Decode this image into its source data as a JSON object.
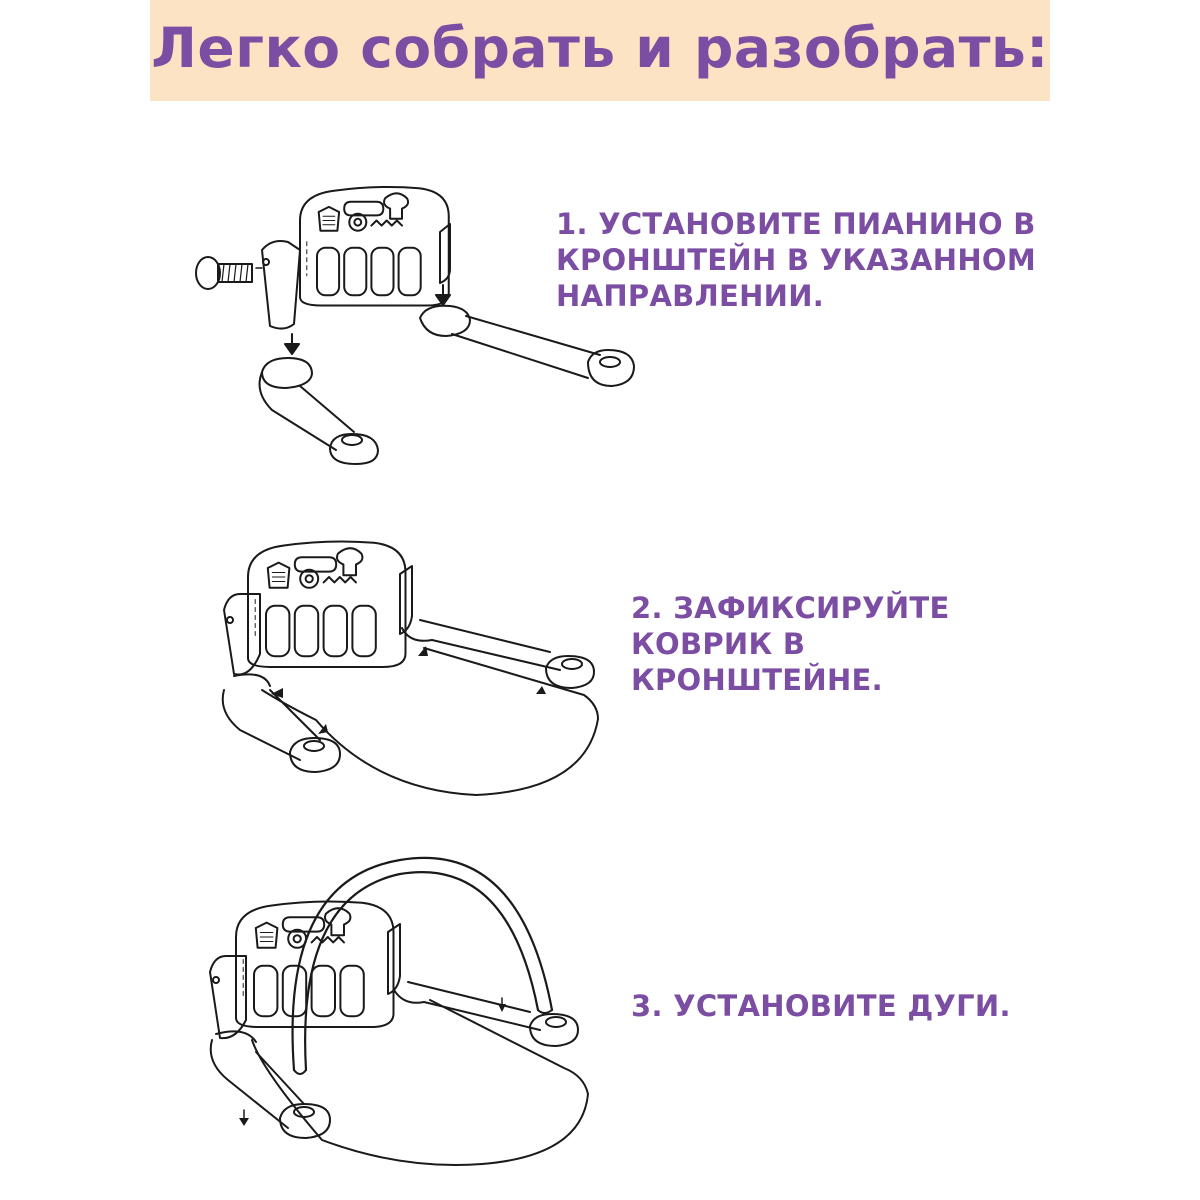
{
  "header": {
    "title": "Легко собрать и разобрать:"
  },
  "steps": [
    {
      "lines": [
        "1. Установите  пианино в",
        "кронштейн  в указанном",
        "направлении."
      ]
    },
    {
      "lines": [
        "2. Зафиксируйте",
        "коврик в",
        "кронштейне."
      ]
    },
    {
      "lines": [
        "3. Установите дуги."
      ]
    }
  ],
  "colors": {
    "banner": "#fbe3c3",
    "accent": "#7b4ea3",
    "line": "#1a1a1a"
  }
}
